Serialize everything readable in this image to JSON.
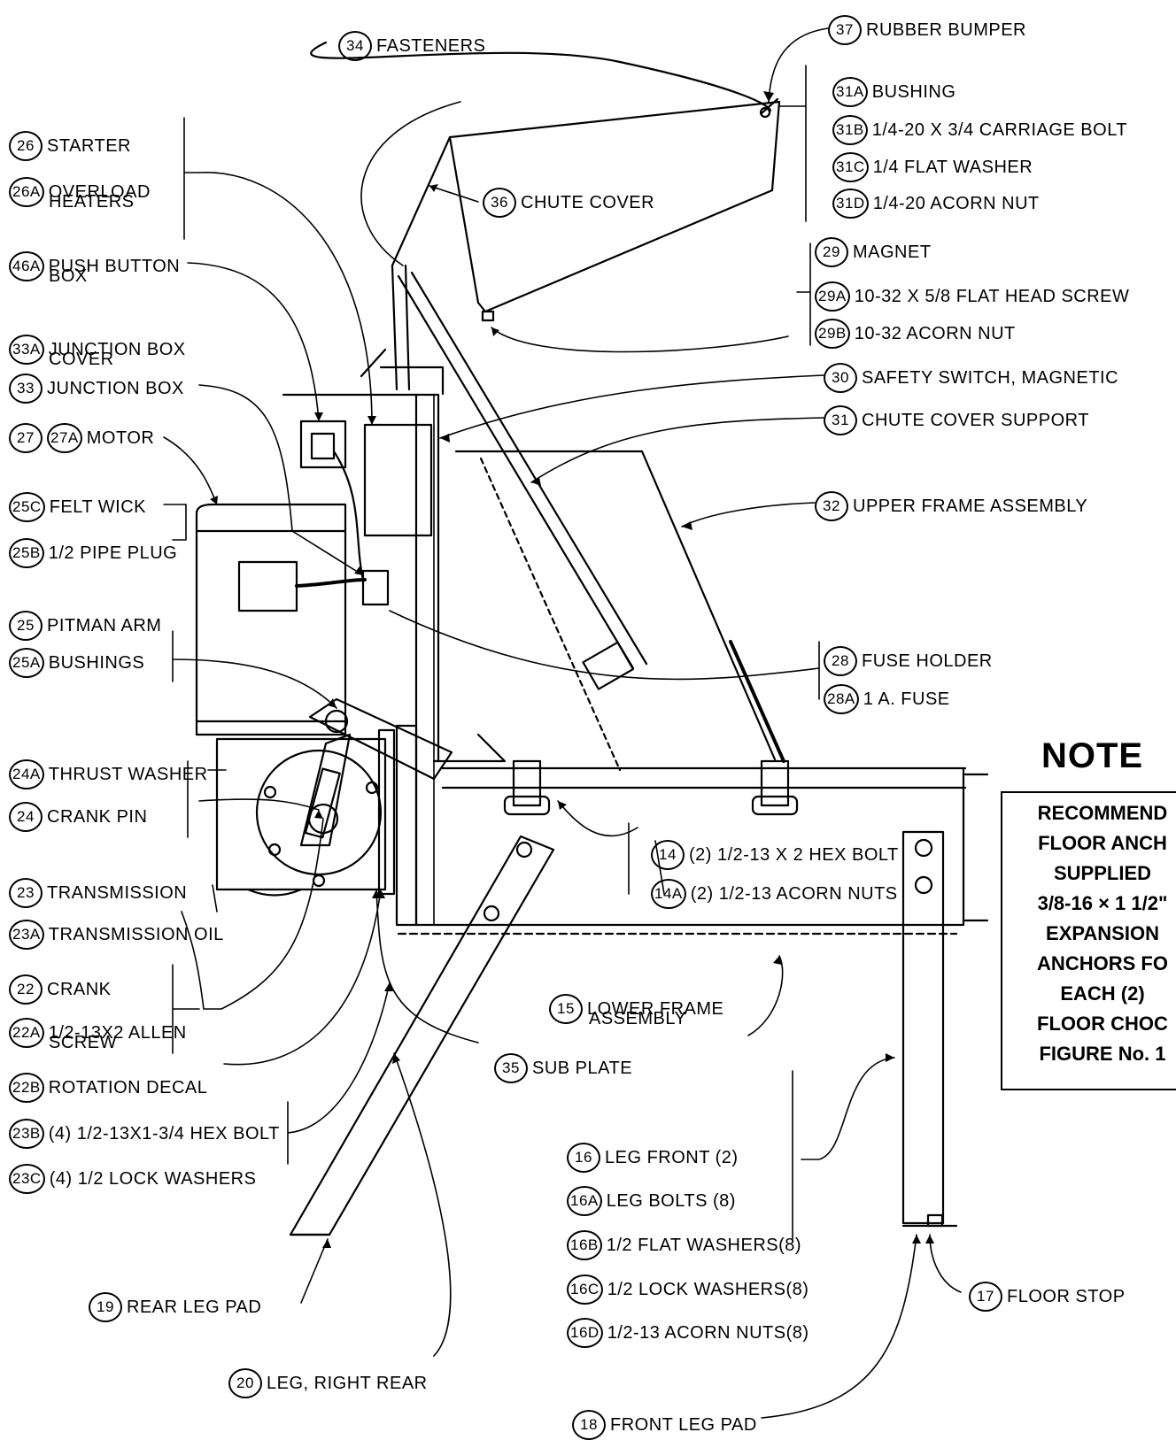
{
  "labels": {
    "l37": {
      "num": "37",
      "text": "RUBBER BUMPER"
    },
    "l34": {
      "num": "34",
      "text": "FASTENERS"
    },
    "l31a": {
      "num": "31A",
      "text": "BUSHING"
    },
    "l31b": {
      "num": "31B",
      "text": "1/4-20 X 3/4 CARRIAGE BOLT"
    },
    "l31c": {
      "num": "31C",
      "text": "1/4 FLAT WASHER"
    },
    "l31d": {
      "num": "31D",
      "text": "1/4-20 ACORN NUT"
    },
    "l26": {
      "num": "26",
      "text": "STARTER"
    },
    "l26a": {
      "num": "26A",
      "text": "OVERLOAD",
      "text2": "HEATERS"
    },
    "l36": {
      "num": "36",
      "text": "CHUTE COVER"
    },
    "l29": {
      "num": "29",
      "text": "MAGNET"
    },
    "l29a": {
      "num": "29A",
      "text": "10-32 X 5/8 FLAT HEAD SCREW"
    },
    "l29b": {
      "num": "29B",
      "text": "10-32 ACORN NUT"
    },
    "l46a": {
      "num": "46A",
      "text": "PUSH BUTTON",
      "text2": "BOX"
    },
    "l33a": {
      "num": "33A",
      "text": "JUNCTION BOX",
      "text2": "COVER"
    },
    "l33": {
      "num": "33",
      "text": "JUNCTION BOX"
    },
    "l30": {
      "num": "30",
      "text": "SAFETY SWITCH, MAGNETIC"
    },
    "l31": {
      "num": "31",
      "text": "CHUTE COVER SUPPORT"
    },
    "l27": {
      "num": "27",
      "num2": "27A",
      "text": "MOTOR"
    },
    "l25c": {
      "num": "25C",
      "text": "FELT WICK"
    },
    "l25b": {
      "num": "25B",
      "text": "1/2 PIPE PLUG"
    },
    "l32": {
      "num": "32",
      "text": "UPPER FRAME ASSEMBLY"
    },
    "l25": {
      "num": "25",
      "text": "PITMAN ARM"
    },
    "l25a": {
      "num": "25A",
      "text": "BUSHINGS"
    },
    "l28": {
      "num": "28",
      "text": "FUSE HOLDER"
    },
    "l28a": {
      "num": "28A",
      "text": "1 A. FUSE"
    },
    "l24a": {
      "num": "24A",
      "text": "THRUST WASHER"
    },
    "l24": {
      "num": "24",
      "text": "CRANK PIN"
    },
    "l14": {
      "num": "14",
      "text": "(2) 1/2-13 X 2 HEX BOLT"
    },
    "l14a": {
      "num": "14A",
      "text": "(2) 1/2-13 ACORN NUTS"
    },
    "l23": {
      "num": "23",
      "text": "TRANSMISSION"
    },
    "l23a": {
      "num": "23A",
      "text": "TRANSMISSION OIL"
    },
    "l22": {
      "num": "22",
      "text": "CRANK"
    },
    "l22a": {
      "num": "22A",
      "text": "1/2-13X2 ALLEN",
      "text2": "SCREW"
    },
    "l15": {
      "num": "15",
      "text": "LOWER FRAME",
      "text2": "ASSEMBLY"
    },
    "l35": {
      "num": "35",
      "text": "SUB PLATE"
    },
    "l22b": {
      "num": "22B",
      "text": "ROTATION DECAL"
    },
    "l23b": {
      "num": "23B",
      "text": "(4) 1/2-13X1-3/4 HEX BOLT"
    },
    "l23c": {
      "num": "23C",
      "text": "(4) 1/2 LOCK WASHERS"
    },
    "l16": {
      "num": "16",
      "text": "LEG FRONT (2)"
    },
    "l16a": {
      "num": "16A",
      "text": "LEG BOLTS (8)"
    },
    "l16b": {
      "num": "16B",
      "text": "1/2 FLAT WASHERS(8)"
    },
    "l16c": {
      "num": "16C",
      "text": "1/2 LOCK WASHERS(8)"
    },
    "l16d": {
      "num": "16D",
      "text": "1/2-13 ACORN NUTS(8)"
    },
    "l19": {
      "num": "19",
      "text": "REAR LEG PAD"
    },
    "l17": {
      "num": "17",
      "text": "FLOOR STOP"
    },
    "l20": {
      "num": "20",
      "text": "LEG, RIGHT REAR"
    },
    "l18": {
      "num": "18",
      "text": "FRONT LEG PAD"
    }
  },
  "note": {
    "heading": "NOTE",
    "lines": [
      "RECOMMEND",
      "FLOOR ANCH",
      "SUPPLIED",
      "3/8-16 × 1 1/2\"",
      "EXPANSION",
      "ANCHORS FO",
      "EACH (2)",
      "FLOOR CHOC",
      "FIGURE No. 1"
    ]
  }
}
